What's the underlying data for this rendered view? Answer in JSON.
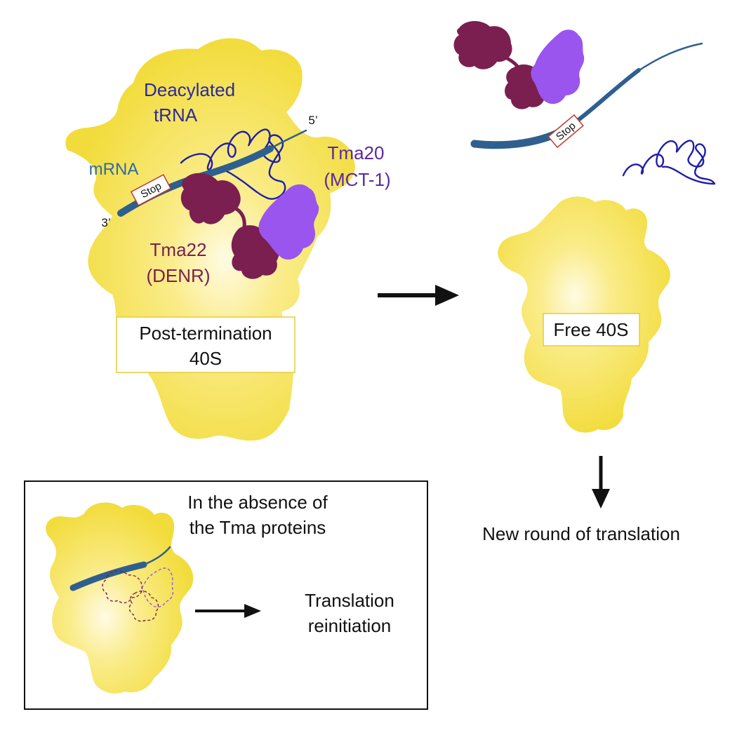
{
  "labels": {
    "deacylated_line1": "Deacylated",
    "deacylated_line2": "tRNA",
    "mrna": "mRNA",
    "five_prime": "5’",
    "three_prime": "3’",
    "stop": "Stop",
    "tma20_line1": "Tma20",
    "tma20_line2": "(MCT-1)",
    "tma22_line1": "Tma22",
    "tma22_line2": "(DENR)",
    "post_term_line1": "Post-termination",
    "post_term_line2": "40S",
    "free_40s": "Free 40S",
    "new_round": "New round of translation",
    "absence_line1": "In the absence of",
    "absence_line2": "the Tma proteins",
    "reinit_line1": "Translation",
    "reinit_line2": "reinitiation"
  },
  "colors": {
    "ribosome_40s": "#f3de3f",
    "ribosome_center": "#fffbe0",
    "mrna": "#2f5f8f",
    "trna": "#1f1fa8",
    "tma22_denr": "#7a1f4f",
    "tma20_mct1": "#9a55ee",
    "deacylated_text": "#2a2a9e",
    "mrna_text": "#2f6aa6",
    "tma20_text": "#5a2a9e",
    "tma22_text": "#7a1f4f",
    "stop_border": "#c0392b"
  }
}
